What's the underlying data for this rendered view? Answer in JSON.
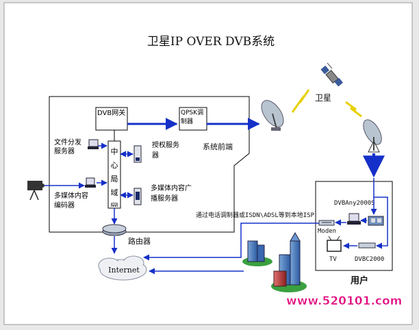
{
  "title": "卫星IP OVER DVB系统",
  "nodes": {
    "dvb_gateway": "DVB网关",
    "qpsk_modulator": "QPSK调制器",
    "satellite": "卫星",
    "system_front_end": "系统前端",
    "file_server": "文件分发服务器",
    "lan": "中心局域网",
    "auth_server": "授权服务器",
    "multimedia_encoder": "多媒体内容编码器",
    "broadcast_server": "多媒体内容广播服务器",
    "router": "路由器",
    "internet": "Internet",
    "isp_link": "通过电话调制器或ISDN\\ADSL等到本地ISP",
    "modem": "Moden",
    "dvb_any": "DVBAny2000S",
    "tv": "TV",
    "dvb_c": "DVBC2000",
    "user": "用户"
  },
  "watermark": "www.520101.com",
  "colors": {
    "arrow": "#1530c8",
    "line": "#000000",
    "background": "#ffffff",
    "watermark": "#e0007a"
  }
}
